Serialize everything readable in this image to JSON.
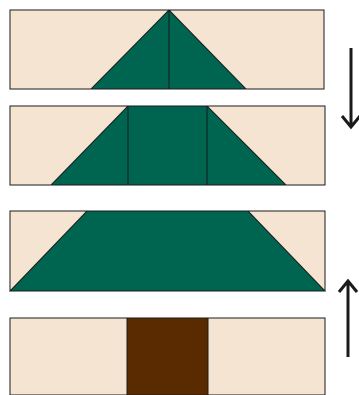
{
  "colors": {
    "background": "#ffffff",
    "beige": "#f5e4d2",
    "green": "#006550",
    "trunk": "#5a2a00",
    "outline": "#1a1a1a",
    "arrow": "#1a1a1a"
  },
  "diagram": {
    "rows": [
      {
        "name": "row-1-tree-top",
        "pieces": [
          "beige-rectangle",
          "green-triangle"
        ]
      },
      {
        "name": "row-2-tree-middle",
        "pieces": [
          "beige-rectangle",
          "green-trapezoid"
        ]
      },
      {
        "name": "row-3-tree-bottom",
        "pieces": [
          "beige-rectangle",
          "green-trapezoid"
        ]
      },
      {
        "name": "row-4-trunk",
        "pieces": [
          "beige-rectangle",
          "brown-square"
        ]
      }
    ],
    "arrows": [
      {
        "name": "arrow-down",
        "direction": "down"
      },
      {
        "name": "arrow-up",
        "direction": "up"
      }
    ]
  }
}
